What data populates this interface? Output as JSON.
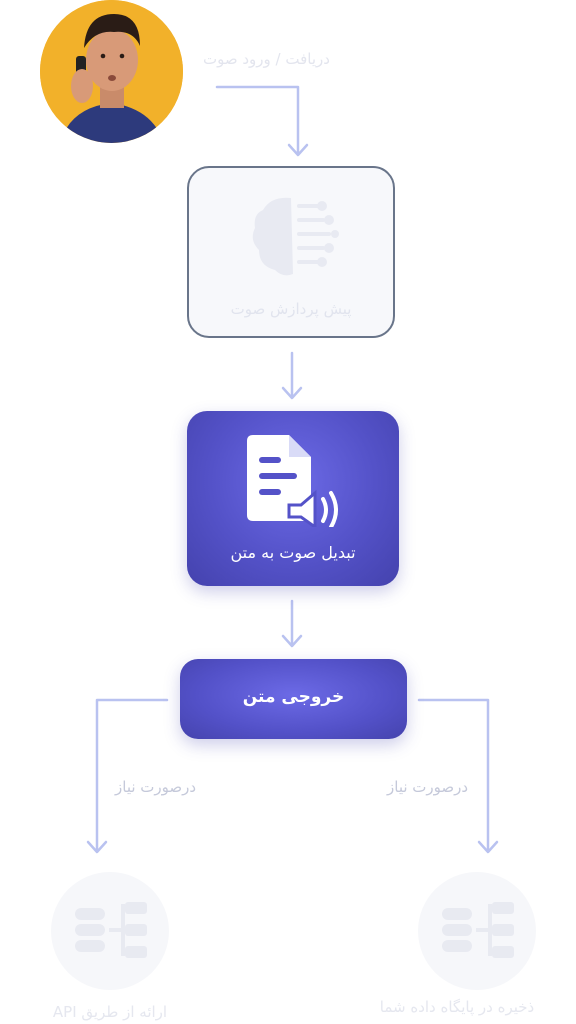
{
  "labels": {
    "input": "دریافت / ورود صوت",
    "preprocess": "پیش پردازش صوت",
    "speech_to_text": "تبدیل صوت به متن",
    "text_output": "خروجی متن",
    "if_needed_left": "درصورت نیاز",
    "if_needed_right": "درصورت نیاز",
    "api_output": "ارائه از طریق API",
    "db_output": "ذخیره در پایگاه داده شما"
  },
  "icons": {
    "avatar": "person-on-phone-avatar",
    "preprocess": "brain-circuit-icon",
    "speech_to_text": "document-speaker-icon",
    "api": "database-network-icon",
    "database": "database-network-icon"
  },
  "colors": {
    "accent": "#5452c8",
    "connector": "#b9c2f0",
    "preprocess_border": "#69758a",
    "avatar_bg": "#f2b12a"
  }
}
